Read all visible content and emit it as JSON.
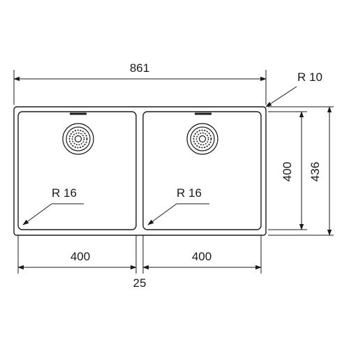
{
  "dimensions": {
    "overall_width": "861",
    "overall_depth": "436",
    "bowl_depth": "400",
    "left_bowl_width": "400",
    "right_bowl_width": "400",
    "divider_width": "25"
  },
  "radii": {
    "outer_corner": "R 10",
    "left_bowl_corner": "R 16",
    "right_bowl_corner": "R 16"
  },
  "colors": {
    "line": "#1a1a1a",
    "background": "#ffffff"
  }
}
